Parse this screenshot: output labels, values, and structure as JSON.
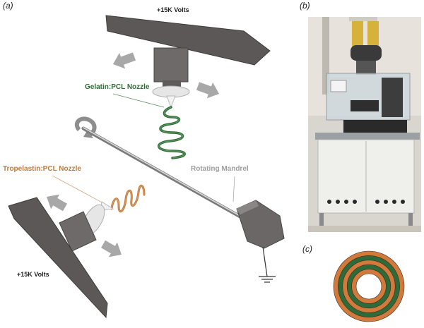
{
  "panels": {
    "a": "(a)",
    "b": "(b)",
    "c": "(c)"
  },
  "labels": {
    "top_voltage": "+15K Volts",
    "bottom_voltage": "+15K Volts",
    "gelatin_nozzle": "Gelatin:PCL Nozzle",
    "tropelastin_nozzle": "Tropelastin:PCL Nozzle",
    "mandrel": "Rotating Mandrel"
  },
  "colors": {
    "plate": "#5c5858",
    "plate_edge": "#3e3b3b",
    "nozzle_body": "#6e6a6a",
    "arrow": "#a8a8a8",
    "gelatin": "#2f6b36",
    "tropelastin": "#c07a3c",
    "mandrel_label": "#9e9e9e",
    "ring_orange": "#d27a3c",
    "ring_green": "#2e6b38"
  },
  "rings_order": [
    "orange",
    "green",
    "orange",
    "green",
    "orange",
    "white"
  ]
}
